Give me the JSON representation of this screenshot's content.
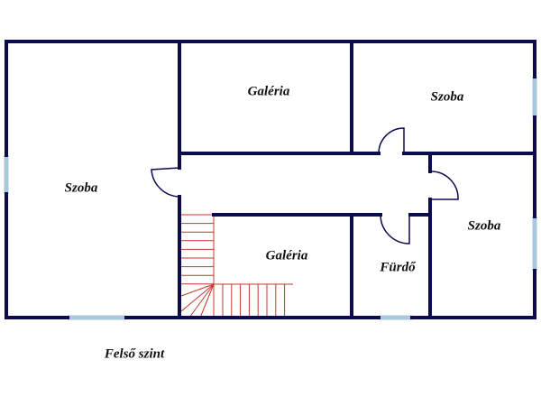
{
  "rooms": {
    "left_room": "Szoba",
    "top_gallery": "Galéria",
    "top_right_room": "Szoba",
    "right_room": "Szoba",
    "bottom_gallery": "Galéria",
    "bathroom": "Fürdő"
  },
  "level_caption": "Felső szint",
  "colors": {
    "wall": "#0b0b4d",
    "window": "#a9c8dc",
    "stairs": "#c0392b"
  }
}
